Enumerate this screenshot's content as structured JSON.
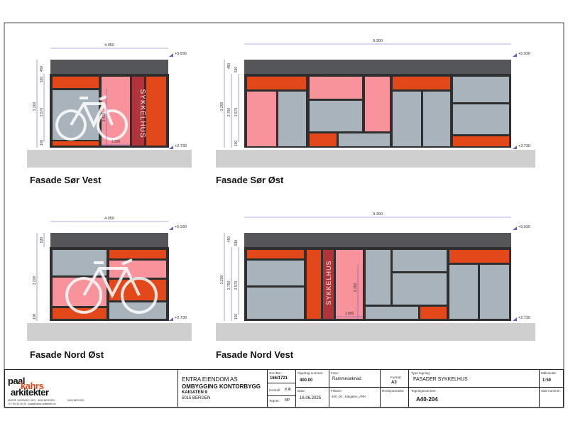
{
  "facades": [
    {
      "title": "Fasade Sør Vest",
      "width_label": "4.050",
      "left_dims": [
        "450",
        "530",
        "3.200",
        "2.570",
        "100"
      ],
      "ref_right_label": "1.000",
      "ref_vert_label": "2.450",
      "top_level": "+5.930",
      "bottom_level": "+2.730",
      "sign": "SYKKELHUS"
    },
    {
      "title": "Fasade Sør Øst",
      "width_label": "9.300",
      "left_dims": [
        "450",
        "530",
        "3.200",
        "2.750",
        "2.570",
        "100"
      ],
      "top_level": "+5.930",
      "bottom_level": "+2.730"
    },
    {
      "title": "Fasade Nord Øst",
      "width_label": "4.050",
      "left_dims": [
        "530",
        "3.200",
        "100"
      ],
      "top_level": "+5.930",
      "bottom_level": "+2.730"
    },
    {
      "title": "Fasade Nord Vest",
      "width_label": "9.300",
      "left_dims": [
        "450",
        "530",
        "3.200",
        "2.750",
        "2.570",
        "100"
      ],
      "ref_right_label": "1.000",
      "ref_vert_label": "2.350",
      "top_level": "+5.930",
      "bottom_level": "+2.730",
      "sign": "SYKKELHUS"
    }
  ],
  "title_block": {
    "logo": {
      "line1": "paal",
      "line2": "kahrs",
      "line3": "arkitekter",
      "address_left": "NEDRE NORDNES VEG · 5005 BERGEN",
      "address_right": "5005 BERGEN",
      "contact": "TLF 55 30 30 30 · paal@kahrs-arkitekter.no"
    },
    "client": "ENTRA EIENDOM AS",
    "project": "OMBYGGING KONTORBYGG",
    "address1": "KAIGATEN 9",
    "address2": "5015 BERGEN",
    "gnr_label": "Gnr./Bnr.:",
    "gnr": "166/1721",
    "kontroll_label": "Kontroll:",
    "kontroll": "PJK",
    "tegnet_label": "Tegnet:",
    "tegnet": "MP",
    "oppdrag_label": "Oppdrag nummer:",
    "oppdrag": "400.00",
    "dato_label": "Dato:",
    "dato": "16.06.2025",
    "fase_label": "Fase:",
    "fase": "Rammesøknad",
    "filnavn_label": "Filnavn:",
    "filnavn": "400_00 _Kaigaten_ARK",
    "format_label": "Format:",
    "format": "A3",
    "revisjon_label": "Revisjonsindex:",
    "type_label": "Type tegning:",
    "type": "FASADER SYKKELHUS",
    "tegning_label": "Tegningsnummer:",
    "tegning": "A40-204",
    "malestokk_label": "Målestokk:",
    "malestokk": "1:50",
    "side_label": "Side nummer:"
  },
  "colors": {
    "orange": "#e2481a",
    "pink": "#f8939b",
    "glass": "#a9b3bc",
    "frame": "#2f2f2f",
    "roof": "#555659",
    "ground": "#cfcfcf",
    "dim": "#6a5acd",
    "sign": "#b0343a"
  }
}
